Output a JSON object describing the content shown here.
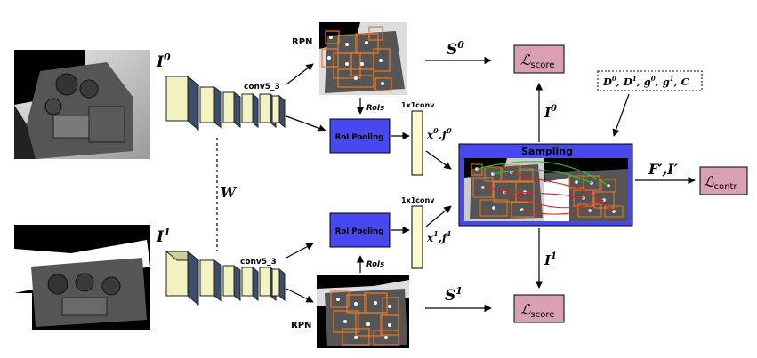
{
  "inputs": {
    "top_label": "I",
    "top_sup": "0",
    "bottom_label": "I",
    "bottom_sup": "1"
  },
  "backbone": {
    "top_layer_label": "conv5_3",
    "bottom_layer_label": "conv5_3",
    "shared_weights_label": "W"
  },
  "rpn": {
    "top_label": "RPN",
    "bottom_label": "RPN"
  },
  "roi": {
    "top_box_label": "RoI Pooling",
    "bottom_box_label": "RoI Pooling",
    "top_arrow_label": "RoIs",
    "bottom_arrow_label": "RoIs"
  },
  "conv1x1": {
    "top_label": "1x1conv",
    "bottom_label": "1x1conv"
  },
  "features": {
    "top": "x",
    "top_sup": "0",
    "top_f": "f",
    "top_f_sup": "0",
    "bottom": "x",
    "bottom_sup": "1",
    "bottom_f": "f",
    "bottom_f_sup": "1"
  },
  "scores": {
    "top": "S",
    "top_sup": "0",
    "bottom": "S",
    "bottom_sup": "1"
  },
  "loss": {
    "symbol": "ℒ",
    "score_sub": "score",
    "contr_sub": "contr"
  },
  "sampling": {
    "title": "Sampling",
    "inputs_text": "D",
    "output_label": "F′,I′",
    "I_top": "I",
    "I_top_sup": "0",
    "I_bottom": "I",
    "I_bottom_sup": "1"
  },
  "colors": {
    "roi_box": "#4848f0",
    "sampling_box": "#4848f0",
    "loss_box": "#d9a0b4",
    "feature_block": "#fafacc",
    "layer_front": "#f3f3c2",
    "layer_side": "#3c4e6a",
    "proposal": "#f07820"
  }
}
